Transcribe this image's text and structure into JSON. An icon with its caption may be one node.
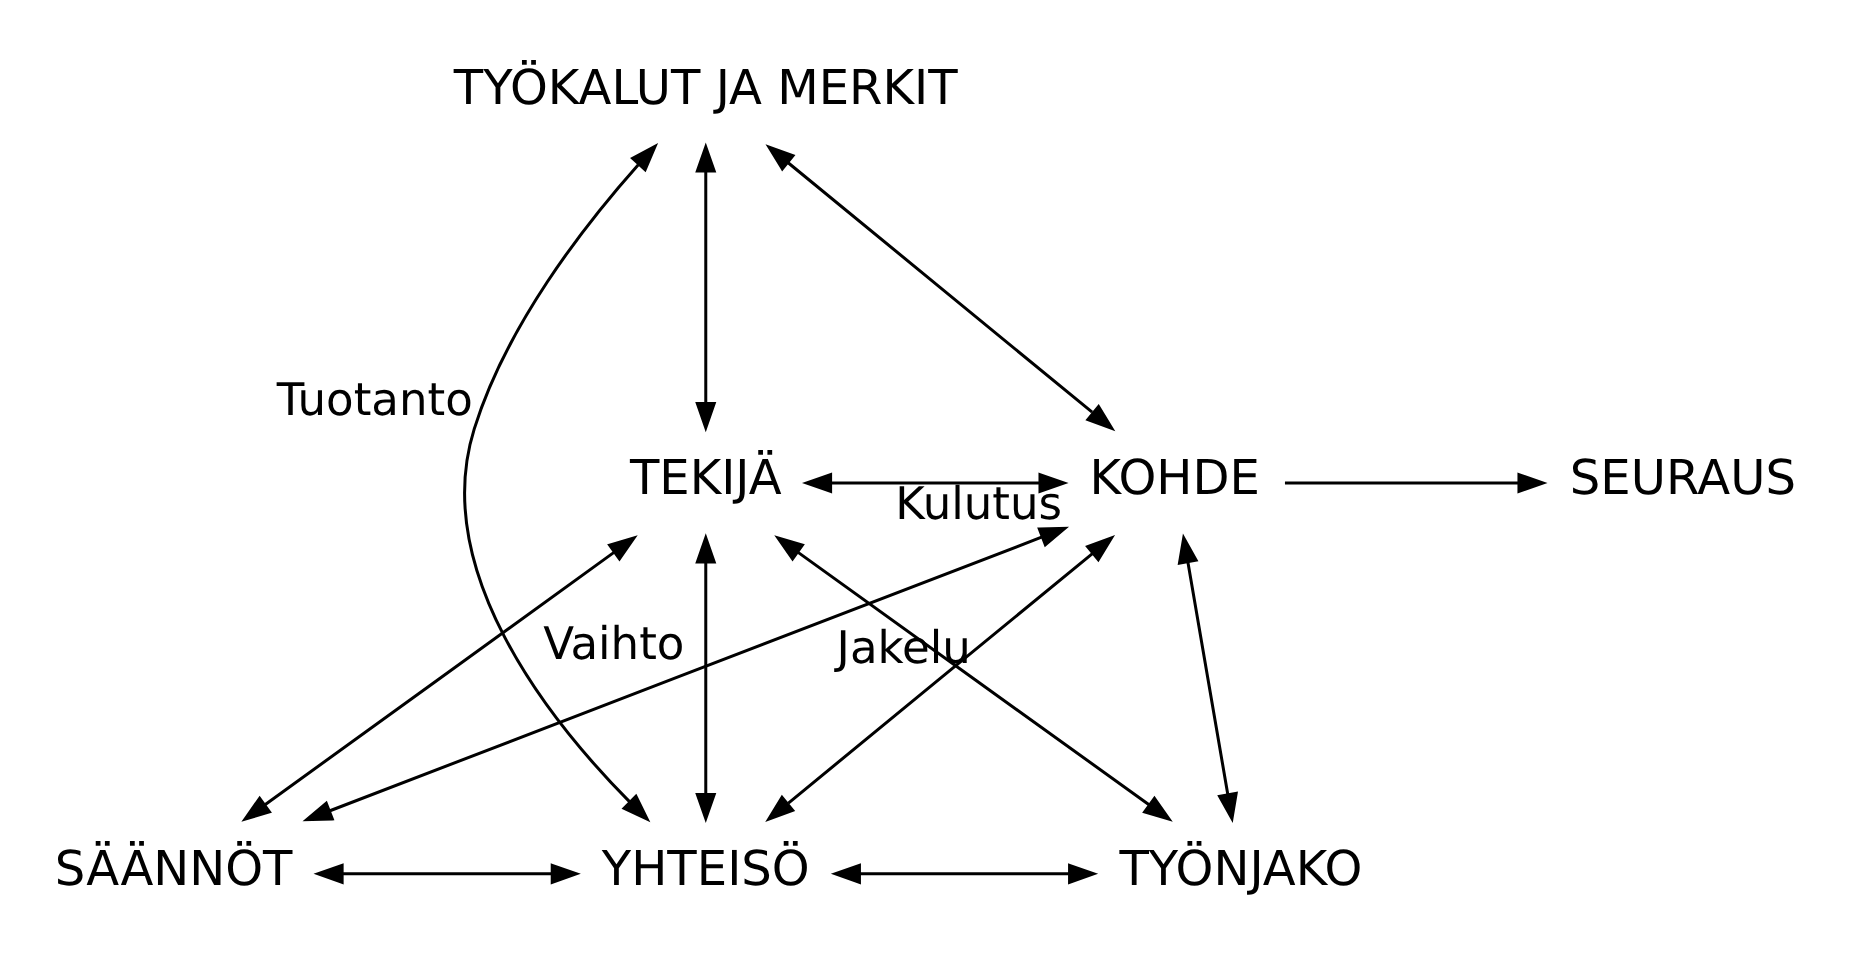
{
  "diagram": {
    "nodes": [
      {
        "text": [
          "TYÖKALUT JA MERKIT"
        ]
      },
      {
        "text": [
          "TEKIJÄ"
        ]
      },
      {
        "text": [
          "KOHDE"
        ]
      },
      {
        "text": [
          "SEURAUS"
        ]
      },
      {
        "text": [
          "SÄÄNNÖT"
        ]
      },
      {
        "text": [
          "YHTEISÖ"
        ]
      },
      {
        "text": [
          "TYÖNJAKO"
        ]
      }
    ],
    "edges": [
      {
        "from": 0,
        "to": 1,
        "arrow": "both"
      },
      {
        "from": 0,
        "to": 2,
        "arrow": "both"
      },
      {
        "from": 0,
        "to": 5,
        "arrow": "both",
        "label": "Tuotanto"
      },
      {
        "from": 1,
        "to": 2,
        "arrow": "both",
        "label": "Kulutus"
      },
      {
        "from": 1,
        "to": 4,
        "arrow": "both"
      },
      {
        "from": 1,
        "to": 5,
        "arrow": "both"
      },
      {
        "from": 1,
        "to": 6,
        "arrow": "both",
        "label": "Jakelu"
      },
      {
        "from": 2,
        "to": 4,
        "arrow": "both",
        "label": "Vaihto"
      },
      {
        "from": 2,
        "to": 5,
        "arrow": "both"
      },
      {
        "from": 2,
        "to": 6,
        "arrow": "both"
      },
      {
        "from": 4,
        "to": 5,
        "arrow": "both"
      },
      {
        "from": 5,
        "to": 6,
        "arrow": "both"
      },
      {
        "from": 2,
        "to": 3,
        "arrow": "to"
      }
    ]
  }
}
